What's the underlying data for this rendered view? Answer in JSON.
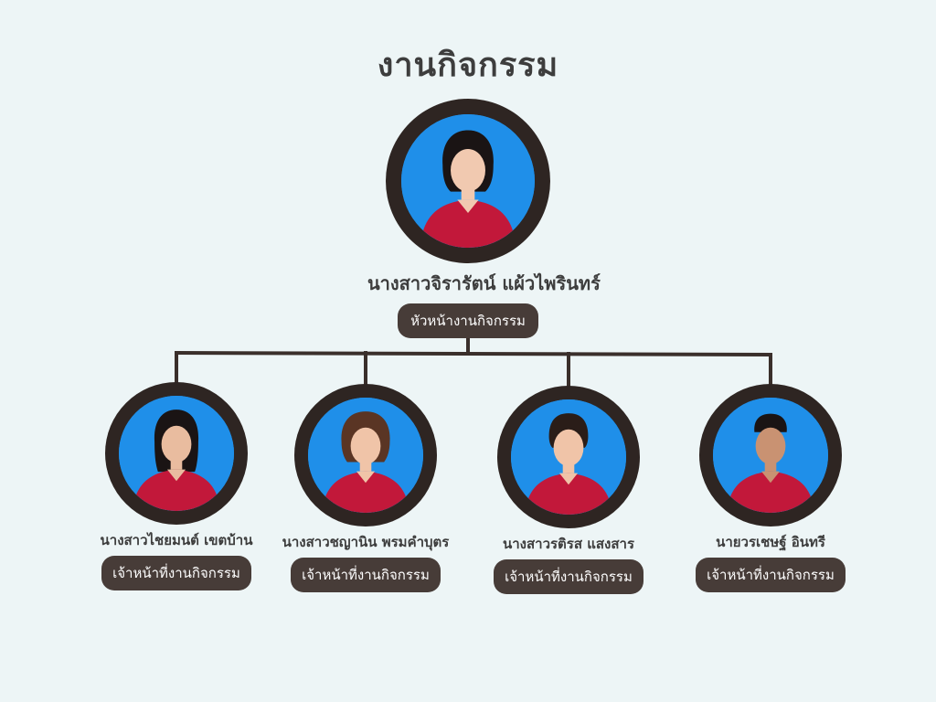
{
  "title": "งานกิจกรรม",
  "colors": {
    "background": "#edf5f6",
    "photo_ring": "#2e2522",
    "photo_background": "#1f8fe9",
    "shirt": "#c2183a",
    "pill": "#473c38",
    "connector": "#3a2f2b"
  },
  "head": {
    "name": "นางสาวจิรารัตน์ แผ้วไพรินทร์",
    "role": "หัวหน้างานกิจกรรม",
    "icon": "person-photo"
  },
  "staff": [
    {
      "name": "นางสาวไชยมนต์ เขตบ้าน",
      "role": "เจ้าหน้าที่งานกิจกรรม",
      "icon": "person-photo"
    },
    {
      "name": "นางสาวชญานิน พรมคำบุตร",
      "role": "เจ้าหน้าที่งานกิจกรรม",
      "icon": "person-photo"
    },
    {
      "name": "นางสาวรติรส แสงสาร",
      "role": "เจ้าหน้าที่งานกิจกรรม",
      "icon": "person-photo"
    },
    {
      "name": "นายวรเชษฐ์ อินทรี",
      "role": "เจ้าหน้าที่งานกิจกรรม",
      "icon": "person-photo"
    }
  ]
}
